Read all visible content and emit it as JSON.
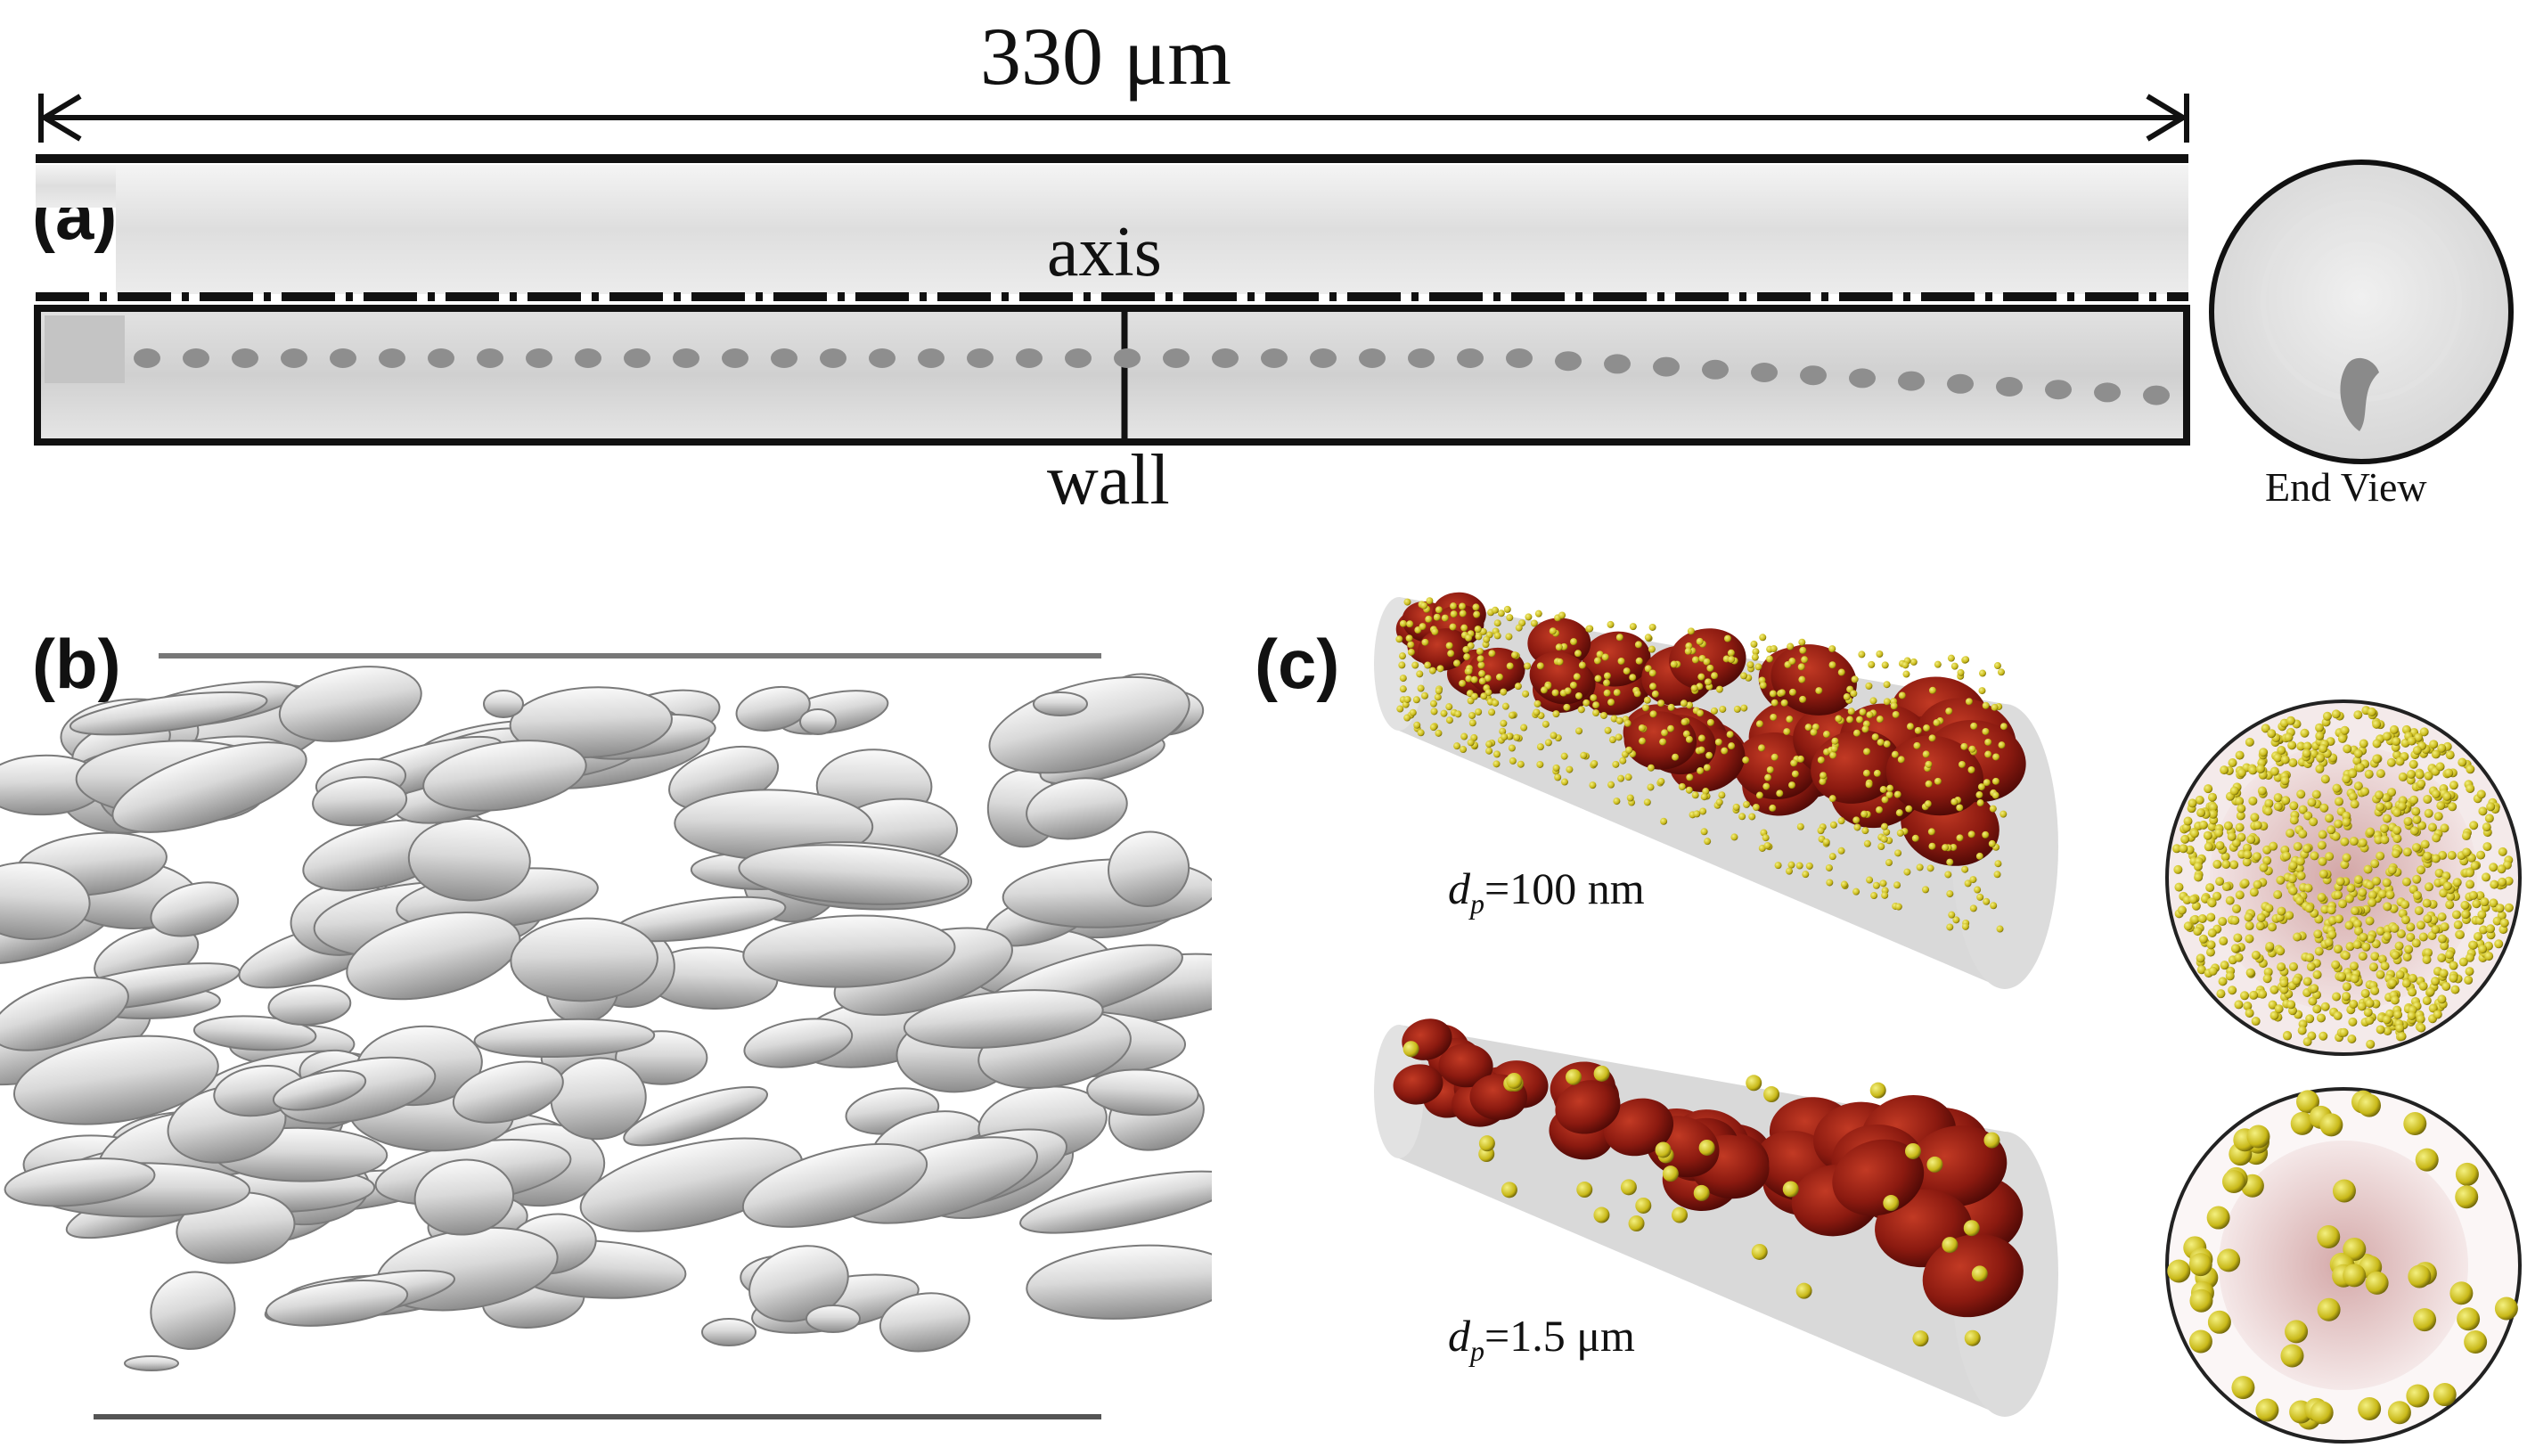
{
  "panel_a": {
    "label": "(a)",
    "scale_bar": "330 μm",
    "axis_label": "axis",
    "wall_label": "wall",
    "end_view_label": "End View"
  },
  "panel_b": {
    "label": "(b)"
  },
  "panel_c": {
    "label": "(c)",
    "top_case": {
      "symbol": "d",
      "subscript": "p",
      "value": "=100 nm"
    },
    "bottom_case": {
      "symbol": "d",
      "subscript": "p",
      "value": "=1.5 μm"
    }
  },
  "colors": {
    "rbc_red": "#8b1a10",
    "particle_yellow": "#d8d020",
    "cell_gray": "#c8c8c8"
  }
}
